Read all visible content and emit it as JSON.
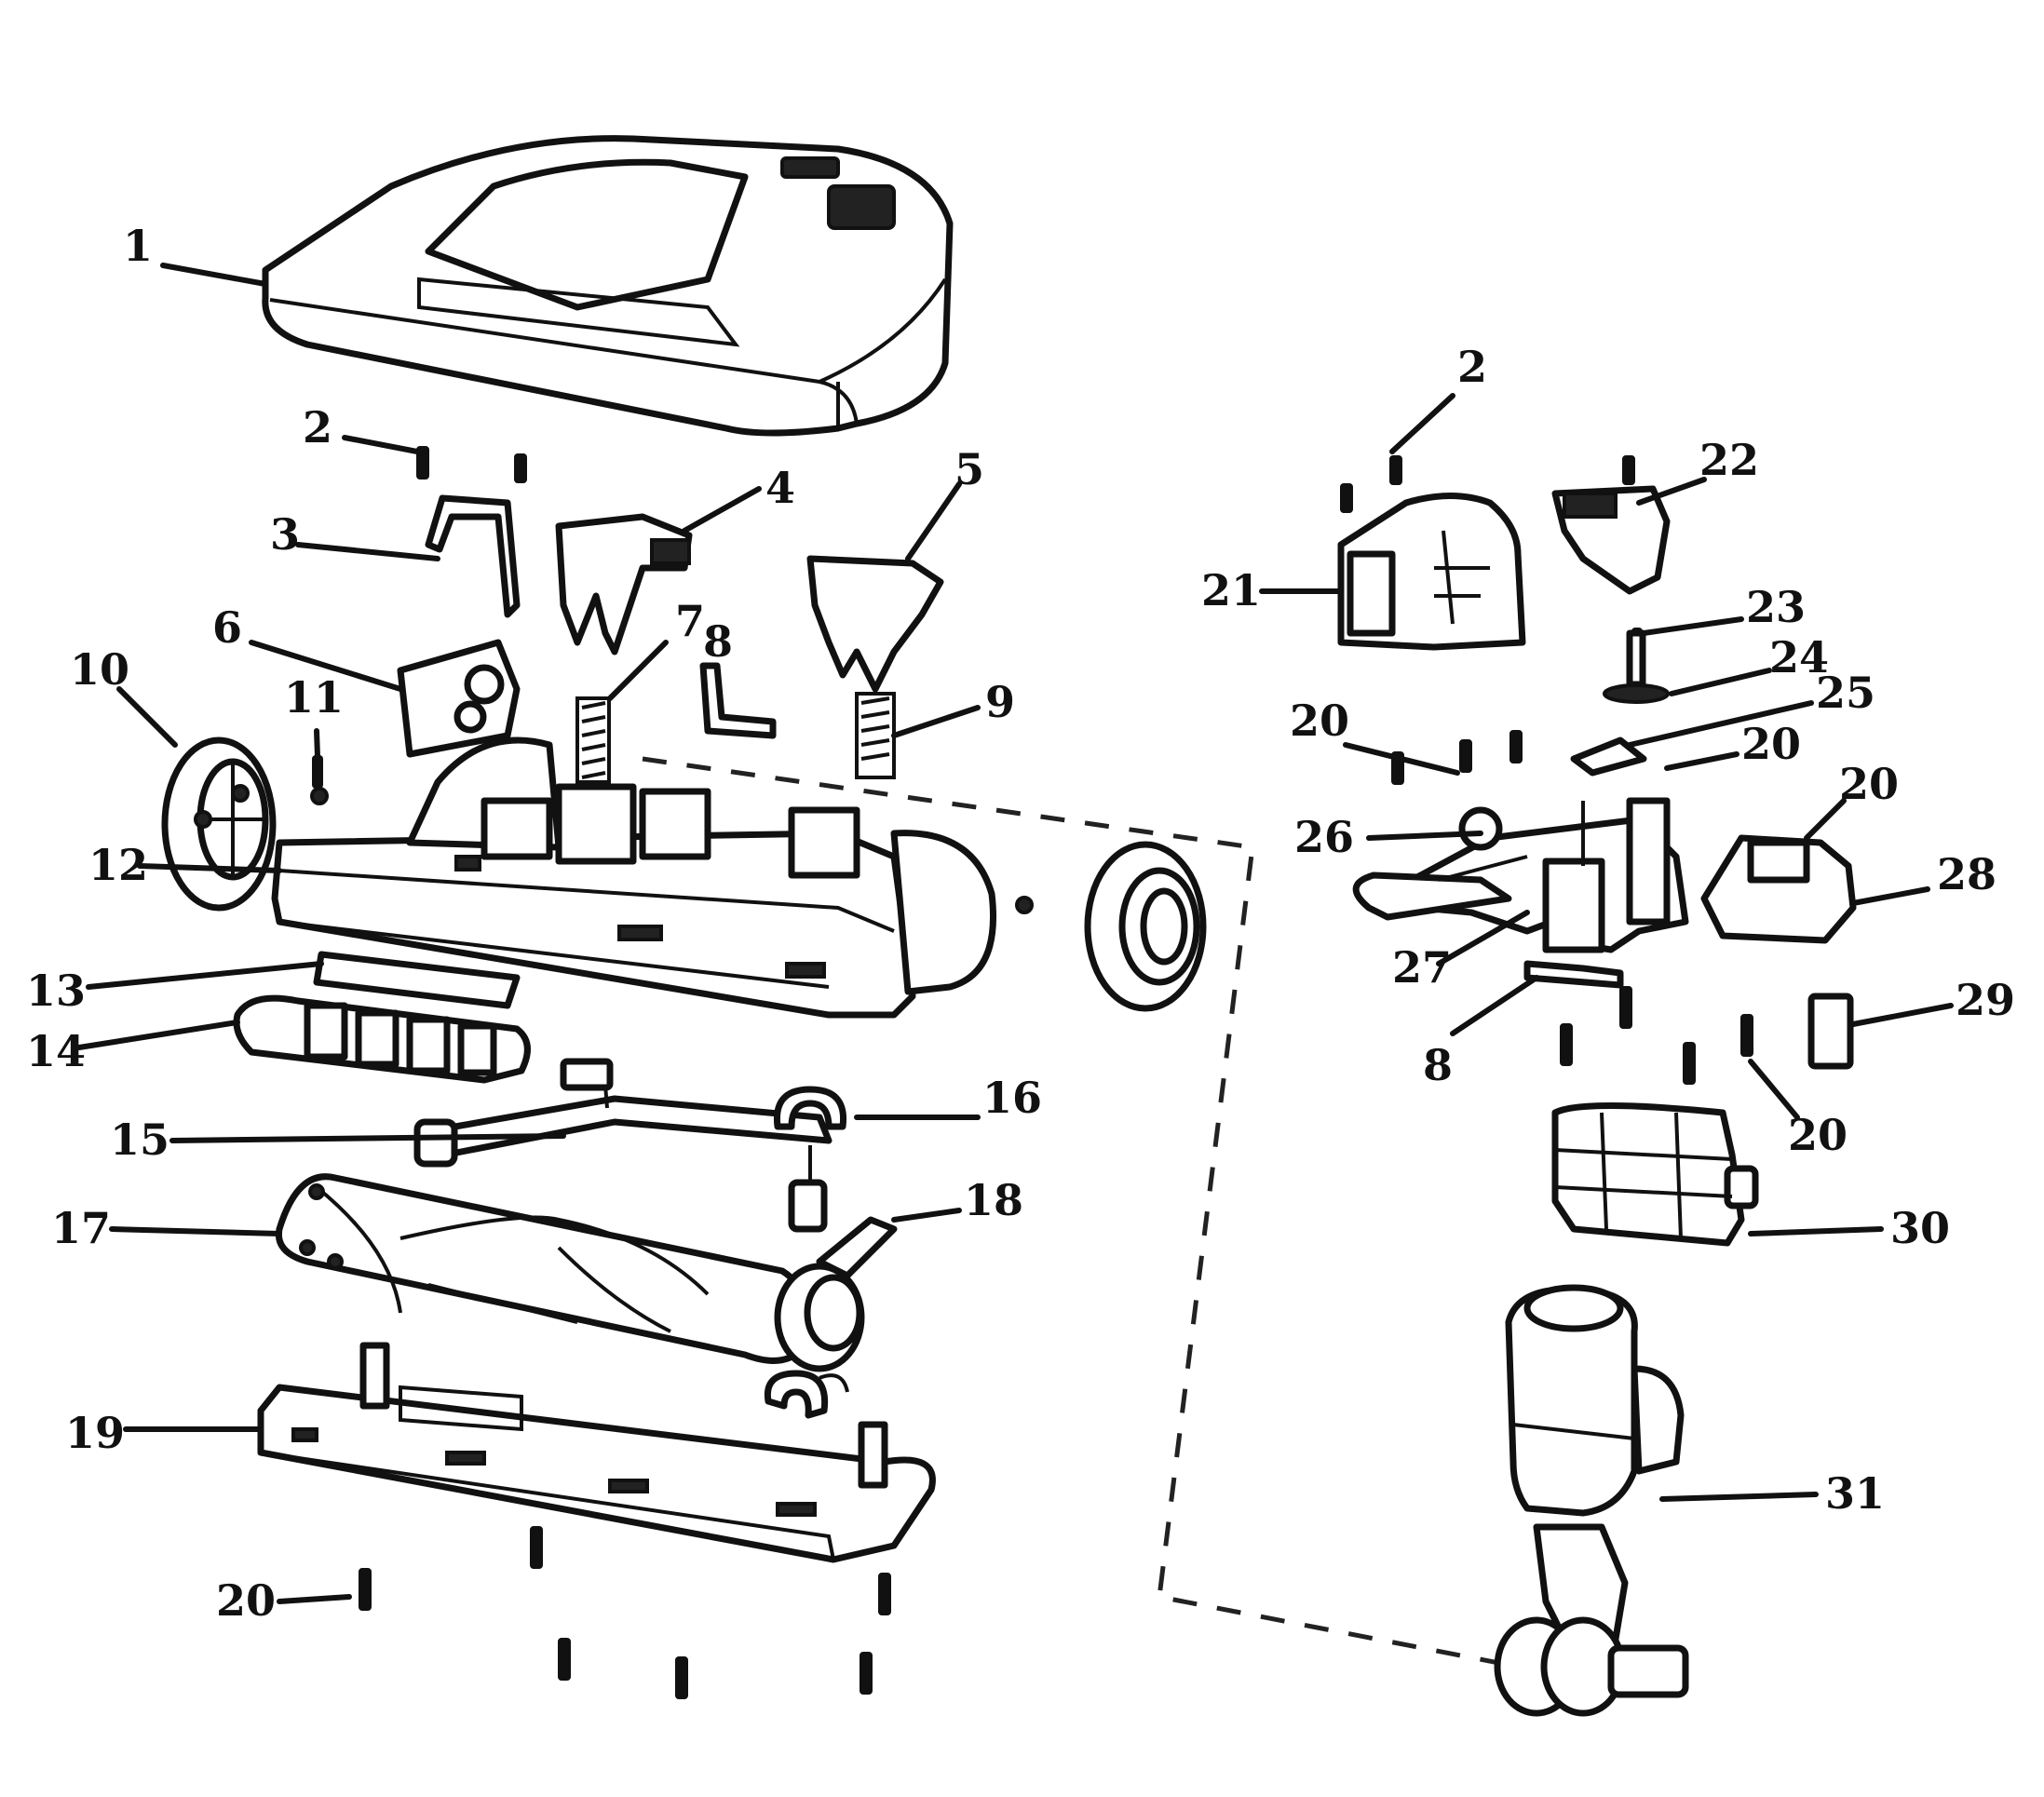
{
  "diagram": {
    "labels": {
      "l1": "1",
      "l2a": "2",
      "l2b": "2",
      "l3": "3",
      "l4": "4",
      "l5": "5",
      "l6": "6",
      "l7": "7",
      "l8a": "8",
      "l8b": "8",
      "l9": "9",
      "l10": "10",
      "l11": "11",
      "l12": "12",
      "l13": "13",
      "l14": "14",
      "l15": "15",
      "l16": "16",
      "l17": "17",
      "l18": "18",
      "l19": "19",
      "l20a": "20",
      "l20b": "20",
      "l20c": "20",
      "l20d": "20",
      "l20e": "20",
      "l21": "21",
      "l22": "22",
      "l23": "23",
      "l24": "24",
      "l25": "25",
      "l26": "26",
      "l27": "27",
      "l28": "28",
      "l29": "29",
      "l30": "30",
      "l31": "31"
    }
  }
}
